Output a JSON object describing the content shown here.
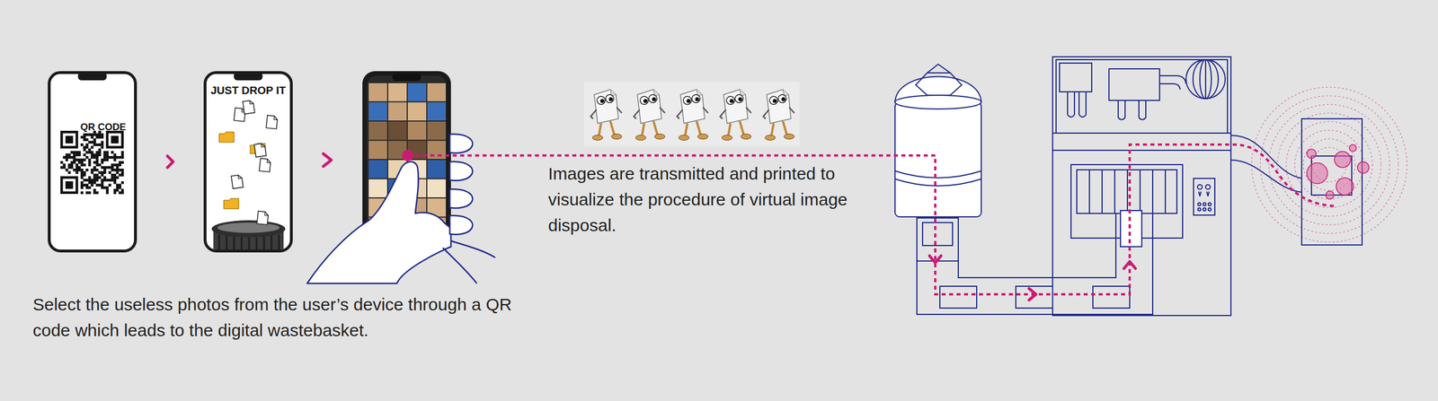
{
  "diagram": {
    "nodes": [
      {
        "text": [
          "QR CODE"
        ]
      },
      {
        "text": [
          "JUST DROP IT"
        ]
      }
    ],
    "edges": [
      {
        "from": 0,
        "to": 1,
        "arrow": "to"
      }
    ],
    "labels": [
      "Select the useless photos from the user’s device through a QR code which leads to the digital wastebasket.",
      "Images are transmitted and printed to visualize the procedure of virtual image disposal."
    ]
  }
}
